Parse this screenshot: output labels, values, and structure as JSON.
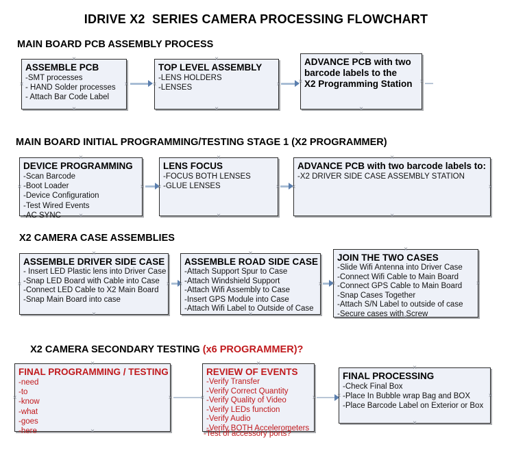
{
  "document": {
    "title": "IDRIVE X2  SERIES CAMERA PROCESSING FLOWCHART"
  },
  "colors": {
    "box_fill": "#eef1f8",
    "box_border": "#2b2b2b",
    "connector": "#a8bdd4",
    "arrow": "#5b7fae",
    "red_text": "#c0191c",
    "black_text": "#000000"
  },
  "sections": [
    {
      "id": "main-board-pcb-assembly-process",
      "heading": "MAIN BOARD PCB ASSEMBLY PROCESS",
      "heading_suffix": "",
      "boxes": [
        {
          "id": "assemble-pcb",
          "title": "ASSEMBLE PCB",
          "lines": [
            "-SMT processes",
            "- HAND Solder processes",
            "- Attach Bar Code Label"
          ]
        },
        {
          "id": "top-level-assembly",
          "title": "TOP LEVEL ASSEMBLY",
          "lines": [
            "-LENS HOLDERS",
            "-LENSES"
          ]
        },
        {
          "id": "advance-pcb-programming-station",
          "title": "ADVANCE PCB with two",
          "lines": [
            "barcode labels to the",
            " X2 Programming Station"
          ]
        }
      ]
    },
    {
      "id": "main-board-initial-programming",
      "heading": "MAIN BOARD INITIAL PROGRAMMING/TESTING STAGE 1 (X2 PROGRAMMER)",
      "heading_suffix": "",
      "boxes": [
        {
          "id": "device-programming",
          "title": "DEVICE PROGRAMMING",
          "lines": [
            "-Scan Barcode",
            "-Boot Loader",
            "-Device Configuration",
            "-Test Wired Events",
            "-AC SYNC"
          ]
        },
        {
          "id": "lens-focus",
          "title": "LENS FOCUS",
          "lines": [
            "-FOCUS BOTH LENSES",
            "-GLUE LENSES"
          ]
        },
        {
          "id": "advance-pcb-driver-side-case",
          "title": "ADVANCE PCB with two barcode labels to:",
          "lines": [
            "-X2 DRIVER  SIDE  CASE  ASSEMBLY STATION"
          ]
        }
      ]
    },
    {
      "id": "x2-camera-case-assemblies",
      "heading": "X2 CAMERA CASE ASSEMBLIES",
      "heading_suffix": "",
      "boxes": [
        {
          "id": "assemble-driver-side-case",
          "title": "ASSEMBLE DRIVER SIDE CASE",
          "lines": [
            "- Insert LED Plastic lens into Driver Case",
            "-Snap LED Board with Cable into Case",
            "-Connect LED Cable to X2 Main Board",
            "-Snap Main Board into case"
          ]
        },
        {
          "id": "assemble-road-side-case",
          "title": "ASSEMBLE ROAD SIDE CASE",
          "lines": [
            "-Attach Support Spur to Case",
            "-Attach Windshield Support",
            "-Attach Wifi Assembly to Case",
            "-Insert GPS Module into Case",
            "-Attach Wifi Label to Outside of Case"
          ]
        },
        {
          "id": "join-the-two-cases",
          "title": "JOIN THE TWO CASES",
          "lines": [
            "-Slide Wifi Antenna into Driver Case",
            "-Connect Wifi Cable to Main Board",
            "-Connect GPS Cable to Main Board",
            "-Snap Cases Together",
            "-Attach S/N Label to outside of case",
            "-Secure cases with Screw"
          ]
        }
      ]
    },
    {
      "id": "x2-camera-secondary-testing",
      "heading": "X2 CAMERA SECONDARY TESTING ",
      "heading_suffix": "(x6 PROGRAMMER)?",
      "boxes": [
        {
          "id": "final-programming-testing",
          "title": "FINAL PROGRAMMING / TESTING",
          "lines": [
            "-need",
            "-to",
            "-know",
            "-what",
            "-goes",
            "-here"
          ]
        },
        {
          "id": "review-of-events",
          "title": "REVIEW OF EVENTS",
          "lines": [
            "-Verify Transfer",
            "-Verify Correct Quantity",
            "-Verify Quality of Video",
            "-Verify LEDs function",
            "-Verify Audio",
            "-Verify BOTH Accelerometers"
          ],
          "overflow_line": "-Test of accessory ports?"
        },
        {
          "id": "final-processing",
          "title": "FINAL PROCESSING",
          "lines": [
            " -Check Final Box",
            "-Place In Bubble wrap Bag and BOX",
            "-Place Barcode Label on Exterior or Box"
          ]
        }
      ]
    }
  ]
}
